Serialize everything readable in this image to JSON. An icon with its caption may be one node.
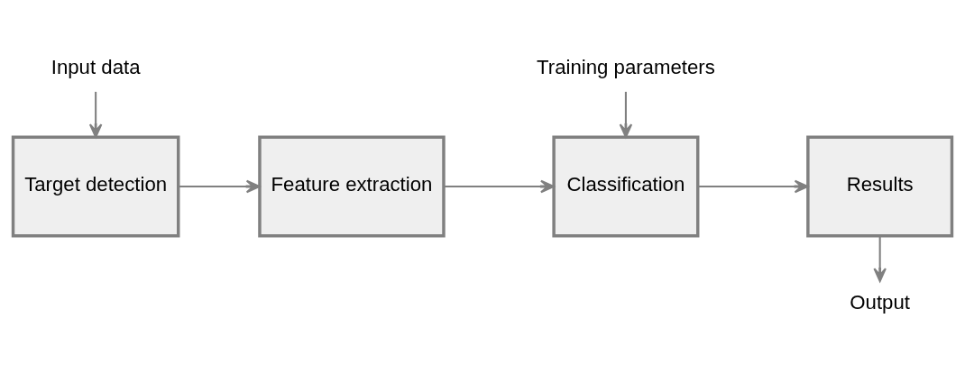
{
  "diagram": {
    "nodes": [
      {
        "text": [
          "Input data"
        ]
      },
      {
        "text": [
          "Target detection"
        ]
      },
      {
        "text": [
          "Feature extraction"
        ]
      },
      {
        "text": [
          "Training parameters"
        ]
      },
      {
        "text": [
          "Classification"
        ]
      },
      {
        "text": [
          "Results"
        ]
      },
      {
        "text": [
          "Output"
        ]
      }
    ],
    "edges": [
      {
        "from": 0,
        "to": 1,
        "arrow": "to"
      },
      {
        "from": 1,
        "to": 2,
        "arrow": "to"
      },
      {
        "from": 2,
        "to": 4,
        "arrow": "to"
      },
      {
        "from": 3,
        "to": 4,
        "arrow": "to"
      },
      {
        "from": 4,
        "to": 5,
        "arrow": "to"
      },
      {
        "from": 5,
        "to": 6,
        "arrow": "to"
      }
    ]
  }
}
